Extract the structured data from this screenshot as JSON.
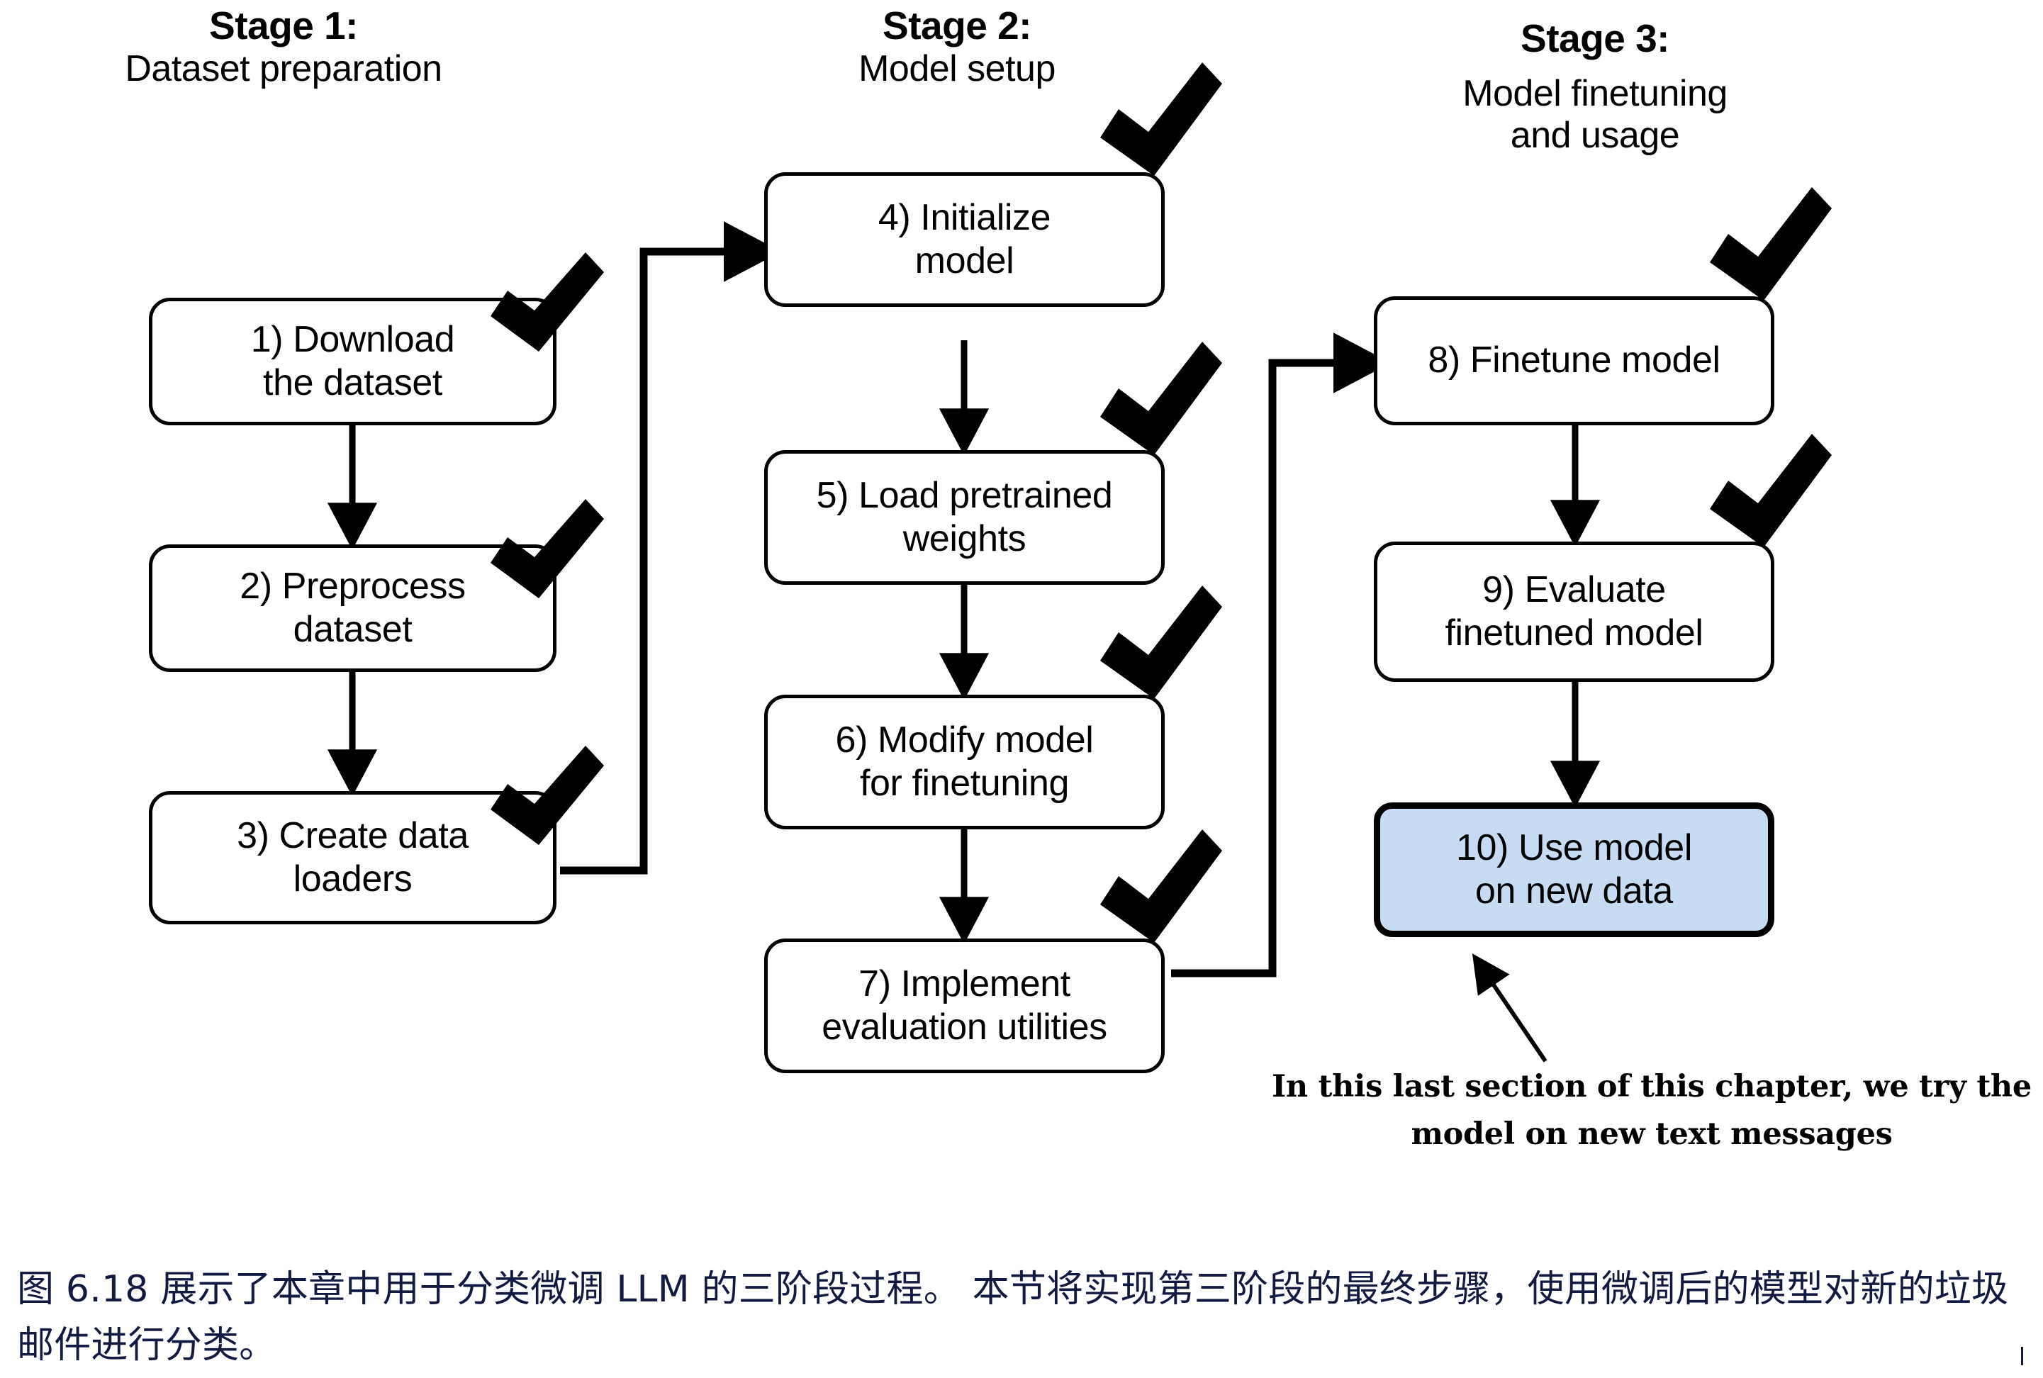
{
  "figure": {
    "stages": [
      {
        "title": "Stage 1:",
        "subtitle": "Dataset preparation"
      },
      {
        "title": "Stage 2:",
        "subtitle": "Model setup"
      },
      {
        "title": "Stage 3:",
        "subtitle": "Model finetuning\nand usage"
      }
    ],
    "nodes": [
      {
        "id": "node-1",
        "label": "1) Download\nthe dataset",
        "checked": true,
        "highlighted": false
      },
      {
        "id": "node-2",
        "label": "2) Preprocess\ndataset",
        "checked": true,
        "highlighted": false
      },
      {
        "id": "node-3",
        "label": "3) Create data\nloaders",
        "checked": true,
        "highlighted": false
      },
      {
        "id": "node-4",
        "label": "4) Initialize\nmodel",
        "checked": true,
        "highlighted": false
      },
      {
        "id": "node-5",
        "label": "5) Load pretrained\nweights",
        "checked": true,
        "highlighted": false
      },
      {
        "id": "node-6",
        "label": "6) Modify model\nfor finetuning",
        "checked": true,
        "highlighted": false
      },
      {
        "id": "node-7",
        "label": "7) Implement\nevaluation utilities",
        "checked": true,
        "highlighted": false
      },
      {
        "id": "node-8",
        "label": "8) Finetune model",
        "checked": true,
        "highlighted": false
      },
      {
        "id": "node-9",
        "label": "9) Evaluate\nfinetuned model",
        "checked": true,
        "highlighted": false
      },
      {
        "id": "node-10",
        "label": "10) Use model\non new data",
        "checked": false,
        "highlighted": true
      }
    ],
    "annotation": "In this last section of this chapter, we try the\nmodel on new text messages",
    "colors": {
      "highlight_fill": "#c7dcf2",
      "stroke": "#000000",
      "caption_text": "#131a42"
    }
  },
  "caption": {
    "text": "图 6.18 展示了本章中用于分类微调 LLM 的三阶段过程。 本节将实现第三阶段的最终步骤，使用微调后的模型对新的垃圾邮件进行分类。"
  }
}
